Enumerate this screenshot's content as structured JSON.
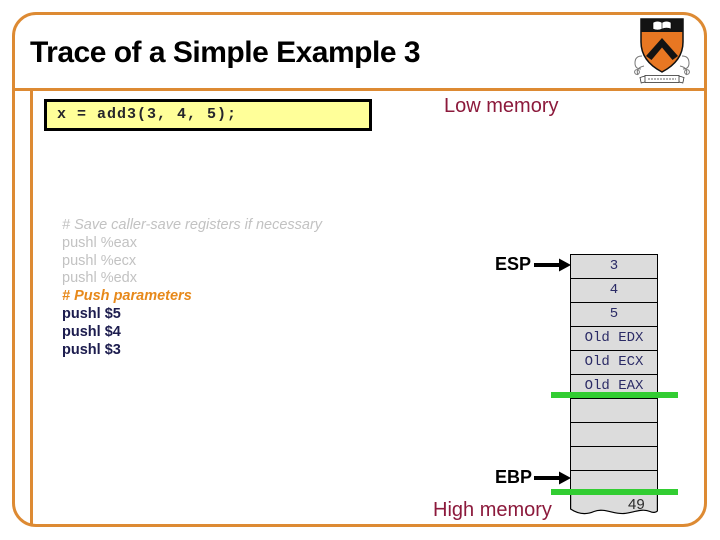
{
  "slide": {
    "title": "Trace of a Simple Example 3",
    "page_number": "49"
  },
  "icons": {
    "logo": "princeton-shield-icon",
    "esp_pointer": "right-arrow-icon",
    "ebp_pointer": "right-arrow-icon"
  },
  "code_box": {
    "text": "x = add3(3, 4, 5);"
  },
  "labels": {
    "low_memory": "Low memory",
    "high_memory": "High memory",
    "esp": "ESP",
    "ebp": "EBP"
  },
  "assembly": {
    "lines": [
      {
        "text": "# Save caller-save registers if necessary",
        "style": "comment-dim"
      },
      {
        "text": "pushl %eax",
        "style": "dim"
      },
      {
        "text": "pushl %ecx",
        "style": "dim"
      },
      {
        "text": "pushl %edx",
        "style": "dim"
      },
      {
        "text": "# Push parameters",
        "style": "comment-active"
      },
      {
        "text": "pushl $5",
        "style": "active"
      },
      {
        "text": "pushl $4",
        "style": "active"
      },
      {
        "text": "pushl $3",
        "style": "active"
      }
    ]
  },
  "stack": {
    "cells": [
      "3",
      "4",
      "5",
      "Old EDX",
      "Old ECX",
      "Old EAX",
      "",
      "",
      "",
      ""
    ],
    "highlight_lines": 2
  },
  "colors": {
    "frame_orange": "#DD8A33",
    "comment_orange": "#E7891B",
    "memory_label_maroon": "#8C1A3C",
    "dim_gray": "#C2C2C2",
    "active_navy": "#1C1C4E",
    "stack_cell_bg": "#DCDCDC",
    "highlight_green": "#32CD32",
    "code_box_bg": "#FFFF99"
  }
}
